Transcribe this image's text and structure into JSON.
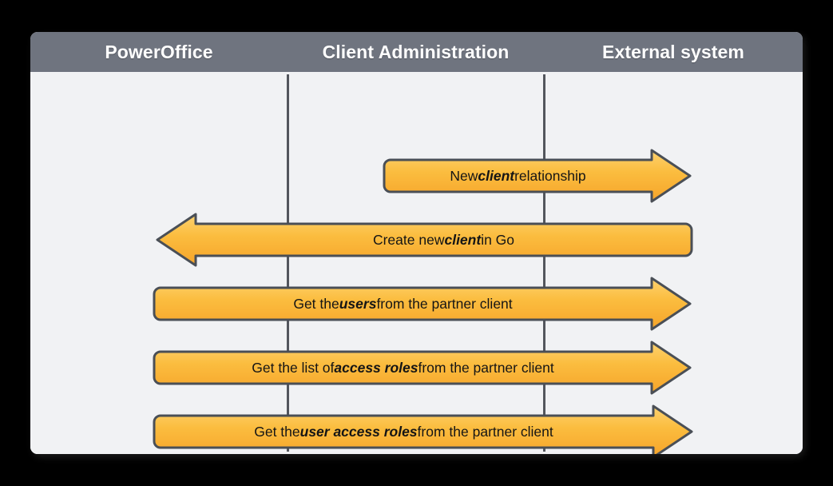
{
  "diagram": {
    "title": "Swimlane sequence diagram",
    "background_color": "#000000",
    "card_background": "#f1f2f4",
    "header_color": "#6f747f",
    "divider_color": "#53565d",
    "arrow_fill_top": "#fcc killed",
    "arrow_stroke": "#4a4f56",
    "lanes": [
      {
        "id": "poweroffice",
        "label": "PowerOffice"
      },
      {
        "id": "client-administration",
        "label": "Client Administration"
      },
      {
        "id": "external-system",
        "label": "External system"
      }
    ],
    "messages": [
      {
        "id": "new-client-relationship",
        "direction": "right",
        "text_before": "New ",
        "text_emphasis": "client",
        "text_after": " relationship",
        "full_text": "New client relationship"
      },
      {
        "id": "create-new-client-in-go",
        "direction": "left",
        "text_before": "Create new ",
        "text_emphasis": "client",
        "text_after": " in Go",
        "full_text": "Create new client in Go"
      },
      {
        "id": "get-the-users-from-the-partner-client",
        "direction": "right",
        "text_before": "Get the ",
        "text_emphasis": "users",
        "text_after": " from the partner client",
        "full_text": "Get the users from the partner client"
      },
      {
        "id": "get-the-list-of-access-roles-from-the-partner-client",
        "direction": "right",
        "text_before": "Get the list of ",
        "text_emphasis": "access roles",
        "text_after": " from the partner client",
        "full_text": "Get the list of access roles from the partner client"
      },
      {
        "id": "get-the-user-access-roles-from-the-partner-client",
        "direction": "right",
        "text_before": "Get the ",
        "text_emphasis": "user access roles",
        "text_after": " from the partner client",
        "full_text": "Get the user access roles from the partner client"
      }
    ]
  }
}
